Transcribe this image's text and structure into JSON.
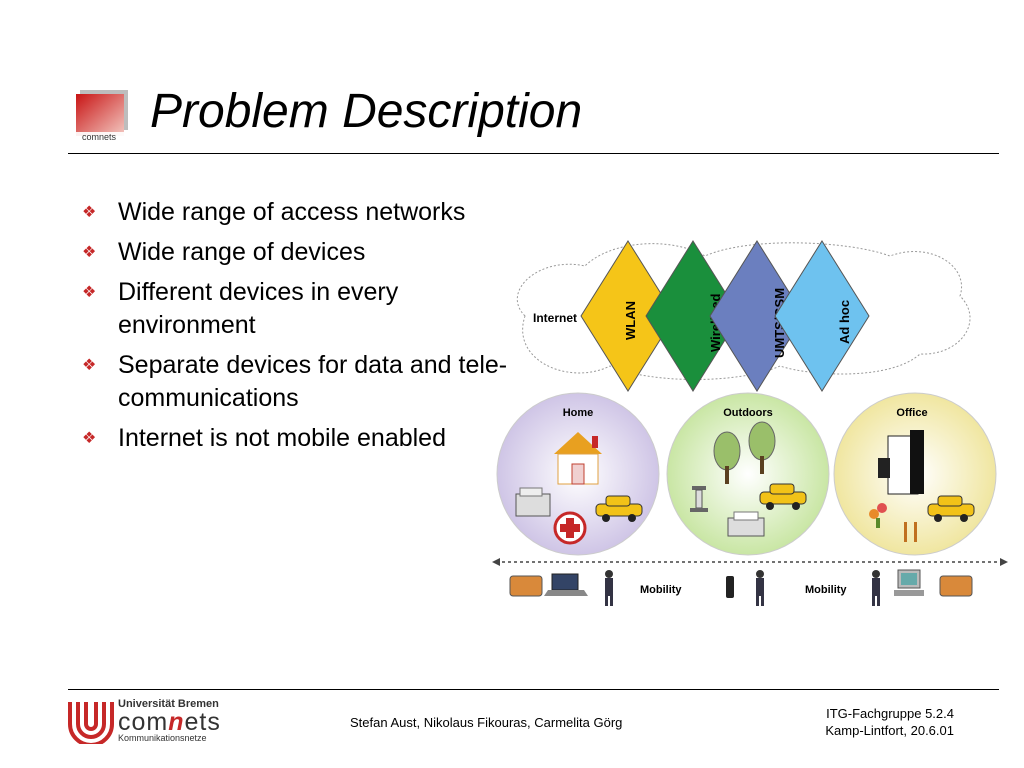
{
  "title": "Problem Description",
  "logo_small": {
    "text": "comnets"
  },
  "bullets": [
    "Wide range of access networks",
    "Wide range of devices",
    "Different devices in every environment",
    "Separate devices for data and tele-communications",
    "Internet is not mobile enabled"
  ],
  "diagram": {
    "cloud_label": "Internet",
    "networks": [
      {
        "label": "WLAN",
        "color": "#f5c518"
      },
      {
        "label": "Wirelined",
        "color": "#1a8f3c"
      },
      {
        "label": "UMTS/GSM",
        "color": "#6b7fbf"
      },
      {
        "label": "Ad hoc",
        "color": "#6ec2ef"
      }
    ],
    "environments": [
      {
        "label": "Home",
        "color": "#cfc5e6"
      },
      {
        "label": "Outdoors",
        "color": "#c9e6a4"
      },
      {
        "label": "Office",
        "color": "#f0e6a0"
      }
    ],
    "mobility_label_1": "Mobility",
    "mobility_label_2": "Mobility"
  },
  "footer": {
    "university": "Universität Bremen",
    "brand_com": "com",
    "brand_n": "n",
    "brand_ets": "ets",
    "subtitle": "Kommunikationsnetze",
    "authors": "Stefan Aust, Nikolaus Fikouras, Carmelita Görg",
    "event_line1": "ITG-Fachgruppe 5.2.4",
    "event_line2": "Kamp-Lintfort, 20.6.01"
  }
}
